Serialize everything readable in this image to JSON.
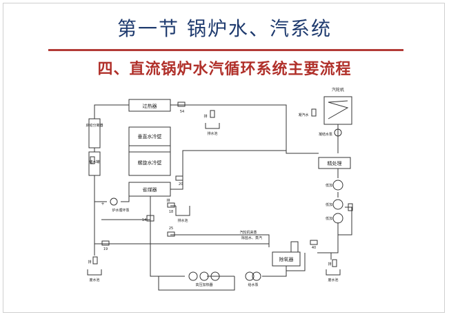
{
  "header": {
    "title": "第一节  锅炉水、汽系统",
    "subtitle": "四、直流锅炉水汽循环系统主要流程"
  },
  "diagram": {
    "labels": {
      "superheater": "过热器",
      "upper_wall": "垂直水冷壁",
      "spiral_wall": "螺旋水冷壁",
      "economizer": "省煤器",
      "sep": "启动分离器",
      "tank": "储水罐",
      "turbine": "汽轮机",
      "condenser_in": "凝汽水",
      "hotwell_pump": "凝结水泵",
      "polishing": "精处理",
      "lp1": "低加",
      "lp2": "低加",
      "lp3": "低加",
      "deaerator": "除氧器",
      "dea_note1": "汽轮机来蒸",
      "dea_note2": "除盐水、蒸汽",
      "hp_heaters": "高压加热器",
      "feed_pump": "给水泵",
      "circ_pump": "炉水循环泵",
      "drain1": "排水池",
      "drain2": "排水池",
      "drain3": "废水池",
      "drain4": "废水池",
      "n54": "54",
      "n20": "20",
      "n18": "18",
      "n25": "25",
      "n19": "19",
      "n14": "14",
      "n40": "40",
      "nplus": "+",
      "ny1": "排",
      "ny2": "排",
      "ny3": "排",
      "ny4": "排"
    }
  }
}
